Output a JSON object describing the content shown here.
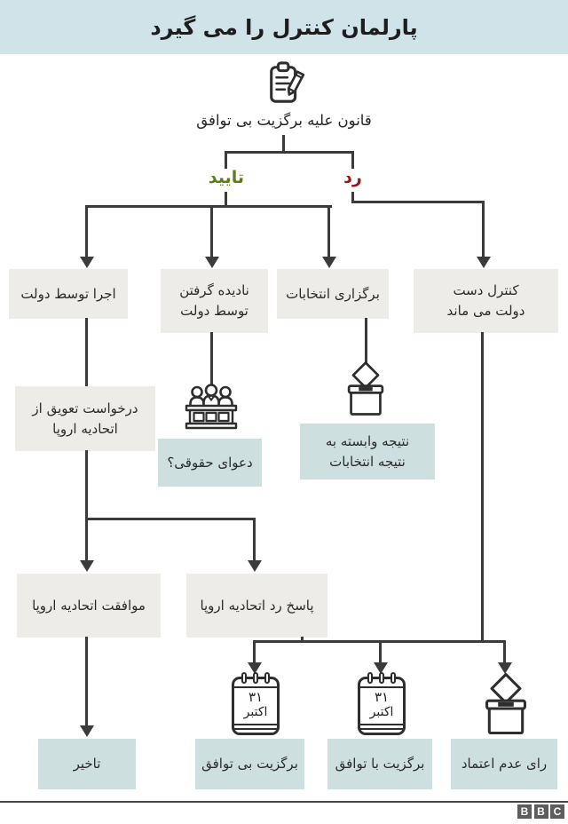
{
  "header": {
    "title": "پارلمان کنترل را می گیرد"
  },
  "root_node": {
    "label": "قانون علیه برگزیت بی توافق"
  },
  "branch_labels": {
    "approve": "تایید",
    "reject": "رد"
  },
  "row1": {
    "implement": {
      "lines": [
        "اجرا توسط دولت"
      ]
    },
    "ignore": {
      "lines": [
        "نادیده گرفتن",
        "توسط دولت"
      ]
    },
    "election": {
      "lines": [
        "برگزاری انتخابات"
      ]
    },
    "control_stays": {
      "lines": [
        "کنترل دست",
        "دولت می ماند"
      ]
    }
  },
  "row2": {
    "request_delay": {
      "lines": [
        "درخواست تعویق از",
        "اتحادیه اروپا"
      ]
    },
    "legal_case": {
      "lines": [
        "دعوای حقوقی؟"
      ]
    },
    "result_depends": {
      "lines": [
        "نتیجه وابسته به",
        "نتیجه انتخابات"
      ]
    }
  },
  "row3": {
    "eu_agree": {
      "lines": [
        "موافقت اتحادیه اروپا"
      ]
    },
    "eu_reject": {
      "lines": [
        "پاسخ رد اتحادیه اروپا"
      ]
    }
  },
  "row4": {
    "delay": {
      "lines": [
        "تاخیر"
      ]
    },
    "no_deal": {
      "lines": [
        "برگزیت بی توافق"
      ]
    },
    "with_deal": {
      "lines": [
        "برگزیت با توافق"
      ]
    },
    "no_confidence": {
      "lines": [
        "رای عدم اعتماد"
      ]
    }
  },
  "calendar": {
    "day": "۳۱",
    "month": "اکتبر"
  },
  "icons": [
    "clipboard-pencil-icon",
    "court-bench-icon",
    "ballot-box-icon",
    "calendar-icon"
  ],
  "logo": {
    "letters": [
      "B",
      "B",
      "C"
    ]
  },
  "colors": {
    "header_bg": "#cfe3e9",
    "box_gray": "#eeece8",
    "box_teal": "#cde0df",
    "approve_green": "#5b7d1d",
    "reject_red": "#9c1514",
    "line": "#3b3b3b"
  }
}
